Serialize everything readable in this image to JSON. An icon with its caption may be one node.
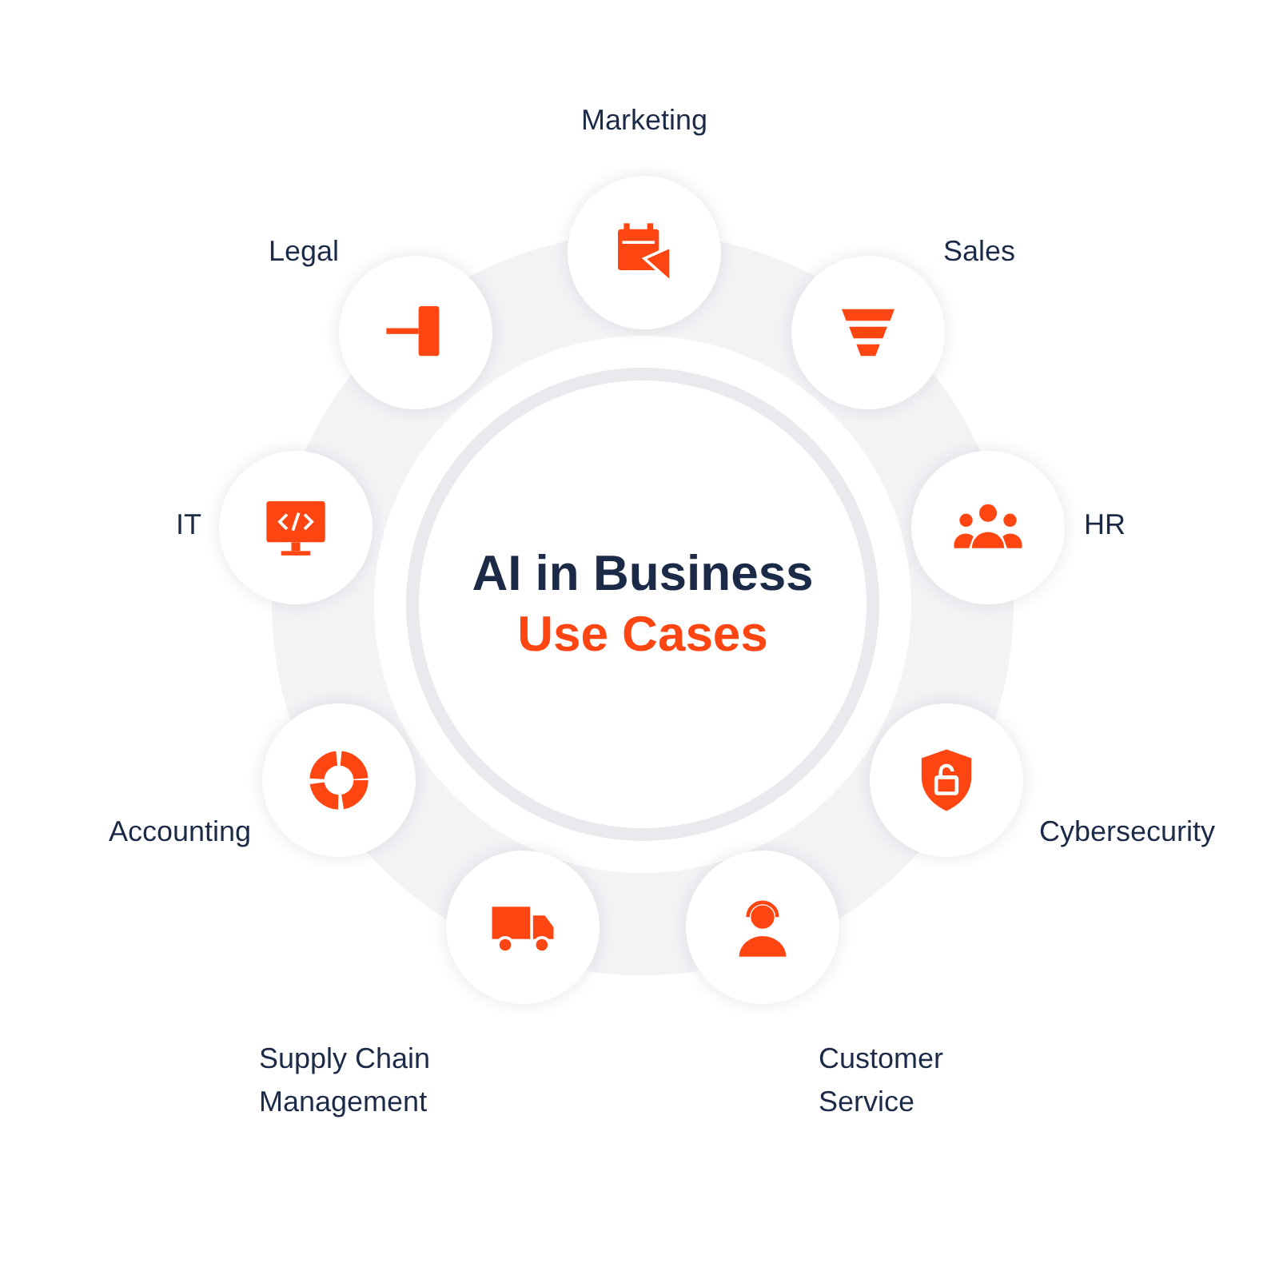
{
  "diagram": {
    "nodes": [
      {
        "text": [
          "AI in Business",
          "Use Cases"
        ]
      },
      {
        "text": [],
        "shape": "circle",
        "beside": [
          "Marketing"
        ]
      },
      {
        "text": [],
        "shape": "circle",
        "beside": [
          "Sales"
        ]
      },
      {
        "text": [],
        "shape": "circle",
        "beside": [
          "HR"
        ]
      },
      {
        "text": [],
        "shape": "circle",
        "beside": [
          "Cybersecurity"
        ]
      },
      {
        "text": [],
        "shape": "circle",
        "beside": [
          "Customer Service"
        ]
      },
      {
        "text": [],
        "shape": "circle",
        "beside": [
          "Supply Chain Management"
        ]
      },
      {
        "text": [],
        "shape": "circle",
        "beside": [
          "Accounting"
        ]
      },
      {
        "text": [],
        "shape": "circle",
        "beside": [
          "IT"
        ]
      },
      {
        "text": [],
        "shape": "circle",
        "beside": [
          "Legal"
        ]
      }
    ]
  }
}
